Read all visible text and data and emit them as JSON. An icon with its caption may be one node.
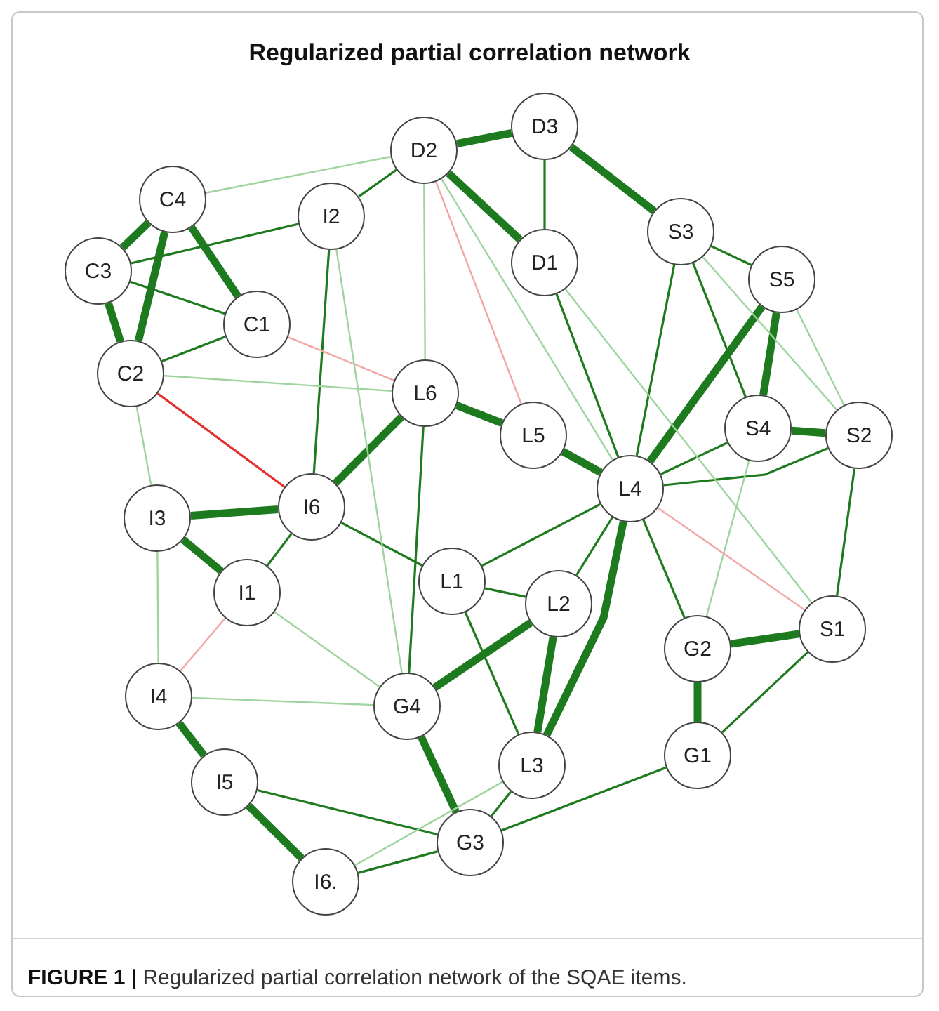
{
  "diagram": {
    "title": "Regularized partial correlation network",
    "caption": "**FIGURE 1 |** Regularized partial correlation network of the SQAE items.",
    "nodes": [
      {
        "text": [
          "D3"
        ]
      },
      {
        "text": [
          "D2"
        ]
      },
      {
        "text": [
          "C4"
        ]
      },
      {
        "text": [
          "I2"
        ]
      },
      {
        "text": [
          "S3"
        ]
      },
      {
        "text": [
          "D1"
        ]
      },
      {
        "text": [
          "C3"
        ]
      },
      {
        "text": [
          "S5"
        ]
      },
      {
        "text": [
          "C1"
        ]
      },
      {
        "text": [
          "C2"
        ]
      },
      {
        "text": [
          "L6"
        ]
      },
      {
        "text": [
          "S4"
        ]
      },
      {
        "text": [
          "L5"
        ]
      },
      {
        "text": [
          "S2"
        ]
      },
      {
        "text": [
          "L4"
        ]
      },
      {
        "text": [
          "I6"
        ]
      },
      {
        "text": [
          "I3"
        ]
      },
      {
        "text": [
          "L1"
        ]
      },
      {
        "text": [
          "I1"
        ]
      },
      {
        "text": [
          "L2"
        ]
      },
      {
        "text": [
          "S1"
        ]
      },
      {
        "text": [
          "G2"
        ]
      },
      {
        "text": [
          "I4"
        ]
      },
      {
        "text": [
          "G4"
        ]
      },
      {
        "text": [
          "G1"
        ]
      },
      {
        "text": [
          "L3"
        ]
      },
      {
        "text": [
          "I5"
        ]
      },
      {
        "text": [
          "G3"
        ]
      },
      {
        "text": [
          "I6."
        ]
      }
    ],
    "edges": [
      {
        "from": 1,
        "to": 0,
        "arrow": "none",
        "style": "thick"
      },
      {
        "from": 1,
        "to": 5,
        "arrow": "none",
        "style": "thick"
      },
      {
        "from": 0,
        "to": 5,
        "arrow": "none"
      },
      {
        "from": 0,
        "to": 4,
        "arrow": "none",
        "style": "thick"
      },
      {
        "from": 4,
        "to": 7,
        "arrow": "none"
      },
      {
        "from": 7,
        "to": 11,
        "arrow": "none",
        "style": "thick"
      },
      {
        "from": 11,
        "to": 13,
        "arrow": "none",
        "style": "thick"
      },
      {
        "from": 7,
        "to": 14,
        "arrow": "none",
        "style": "thick"
      },
      {
        "from": 4,
        "to": 11,
        "arrow": "none"
      },
      {
        "from": 4,
        "to": 14,
        "arrow": "none"
      },
      {
        "from": 5,
        "to": 14,
        "arrow": "none"
      },
      {
        "from": 12,
        "to": 14,
        "arrow": "none",
        "style": "thick"
      },
      {
        "from": 10,
        "to": 12,
        "arrow": "none",
        "style": "thick"
      },
      {
        "from": 10,
        "to": 15,
        "arrow": "none",
        "style": "thick"
      },
      {
        "from": 10,
        "to": 23,
        "arrow": "none"
      },
      {
        "from": 3,
        "to": 1,
        "arrow": "none"
      },
      {
        "from": 3,
        "to": 15,
        "arrow": "none"
      },
      {
        "from": 2,
        "to": 6,
        "arrow": "none",
        "style": "thick"
      },
      {
        "from": 2,
        "to": 9,
        "arrow": "none",
        "style": "thick"
      },
      {
        "from": 2,
        "to": 8,
        "arrow": "none",
        "style": "thick"
      },
      {
        "from": 6,
        "to": 9,
        "arrow": "none",
        "style": "thick"
      },
      {
        "from": 6,
        "to": 8,
        "arrow": "none"
      },
      {
        "from": 9,
        "to": 8,
        "arrow": "none"
      },
      {
        "from": 6,
        "to": 3,
        "arrow": "none"
      },
      {
        "from": 9,
        "to": 15,
        "arrow": "none",
        "color": "#e53030"
      },
      {
        "from": 16,
        "to": 15,
        "arrow": "none",
        "style": "thick"
      },
      {
        "from": 16,
        "to": 18,
        "arrow": "none",
        "style": "thick"
      },
      {
        "from": 18,
        "to": 15,
        "arrow": "none"
      },
      {
        "from": 15,
        "to": 17,
        "arrow": "none"
      },
      {
        "from": 17,
        "to": 14,
        "arrow": "none"
      },
      {
        "from": 17,
        "to": 19,
        "arrow": "none"
      },
      {
        "from": 17,
        "to": 25,
        "arrow": "none"
      },
      {
        "from": 19,
        "to": 14,
        "arrow": "none"
      },
      {
        "from": 19,
        "to": 25,
        "arrow": "none",
        "style": "thick"
      },
      {
        "from": 14,
        "to": 25,
        "arrow": "none",
        "style": "thick"
      },
      {
        "from": 14,
        "to": 21,
        "arrow": "none"
      },
      {
        "from": 23,
        "to": 19,
        "arrow": "none",
        "style": "thick"
      },
      {
        "from": 23,
        "to": 27,
        "arrow": "none",
        "style": "thick"
      },
      {
        "from": 25,
        "to": 27,
        "arrow": "none"
      },
      {
        "from": 11,
        "to": 14,
        "arrow": "none"
      },
      {
        "from": 13,
        "to": 14,
        "arrow": "none"
      },
      {
        "from": 13,
        "to": 20,
        "arrow": "none"
      },
      {
        "from": 20,
        "to": 21,
        "arrow": "none",
        "style": "thick"
      },
      {
        "from": 21,
        "to": 24,
        "arrow": "none",
        "style": "thick"
      },
      {
        "from": 20,
        "to": 24,
        "arrow": "none"
      },
      {
        "from": 22,
        "to": 26,
        "arrow": "none",
        "style": "thick"
      },
      {
        "from": 26,
        "to": 28,
        "arrow": "none",
        "style": "thick"
      },
      {
        "from": 26,
        "to": 27,
        "arrow": "none"
      },
      {
        "from": 27,
        "to": 28,
        "arrow": "none"
      },
      {
        "from": 24,
        "to": 27,
        "arrow": "none"
      },
      {
        "from": 1,
        "to": 10,
        "arrow": "none",
        "color": "#9fd49f"
      },
      {
        "from": 2,
        "to": 1,
        "arrow": "none",
        "color": "#9fd49f"
      },
      {
        "from": 9,
        "to": 10,
        "arrow": "none",
        "color": "#9fd49f"
      },
      {
        "from": 8,
        "to": 10,
        "arrow": "none",
        "color": "#f2a5a5"
      },
      {
        "from": 5,
        "to": 20,
        "arrow": "none",
        "color": "#9fd49f"
      },
      {
        "from": 7,
        "to": 13,
        "arrow": "none",
        "color": "#9fd49f"
      },
      {
        "from": 11,
        "to": 21,
        "arrow": "none",
        "color": "#9fd49f"
      },
      {
        "from": 16,
        "to": 22,
        "arrow": "none",
        "color": "#9fd49f"
      },
      {
        "from": 9,
        "to": 16,
        "arrow": "none",
        "color": "#9fd49f"
      },
      {
        "from": 22,
        "to": 18,
        "arrow": "none",
        "color": "#f2a5a5"
      },
      {
        "from": 3,
        "to": 23,
        "arrow": "none",
        "color": "#9fd49f"
      },
      {
        "from": 1,
        "to": 14,
        "arrow": "none",
        "color": "#9fd49f"
      },
      {
        "from": 18,
        "to": 23,
        "arrow": "none",
        "color": "#9fd49f"
      },
      {
        "from": 28,
        "to": 25,
        "arrow": "none",
        "color": "#9fd49f"
      },
      {
        "from": 1,
        "to": 12,
        "arrow": "none",
        "color": "#f2a5a5"
      },
      {
        "from": 4,
        "to": 13,
        "arrow": "none",
        "color": "#9fd49f"
      },
      {
        "from": 22,
        "to": 23,
        "arrow": "none",
        "color": "#9fd49f"
      },
      {
        "from": 14,
        "to": 20,
        "arrow": "none",
        "color": "#f2a5a5"
      }
    ]
  }
}
